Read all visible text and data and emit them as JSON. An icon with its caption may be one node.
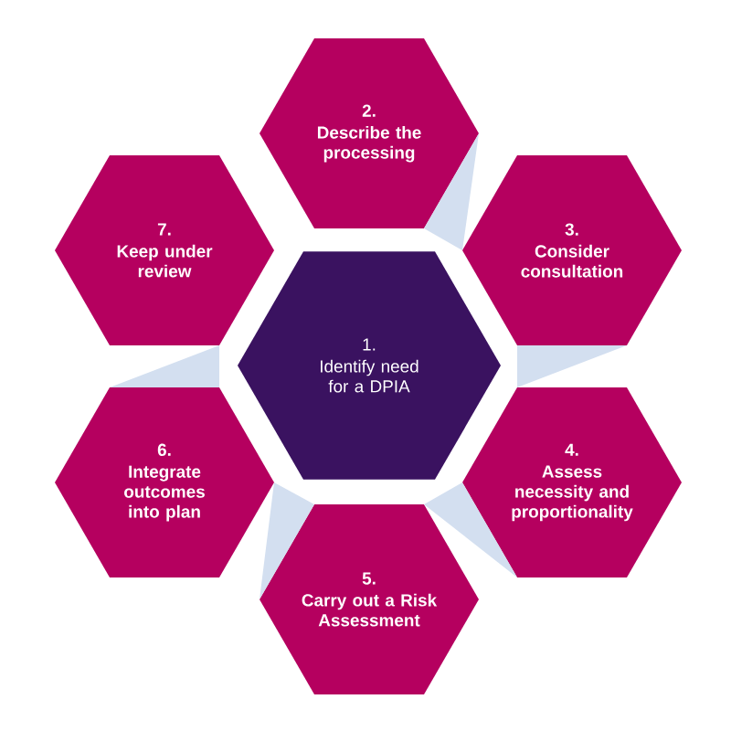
{
  "diagram": {
    "nodes": [
      {
        "text": [
          "1.",
          "Identify need for a DPIA"
        ]
      },
      {
        "text": [
          "2.",
          "Describe the processing"
        ]
      },
      {
        "text": [
          "3.",
          "Consider consultation"
        ]
      },
      {
        "text": [
          "4.",
          "Assess necessity and proportionality"
        ]
      },
      {
        "text": [
          "5.",
          "Carry out a Risk Assessment"
        ]
      },
      {
        "text": [
          "6.",
          "Integrate outcomes into plan"
        ]
      },
      {
        "text": [
          "7.",
          "Keep under review"
        ]
      }
    ],
    "edges": [
      {
        "from": 1,
        "to": 2,
        "arrow": "none"
      },
      {
        "from": 2,
        "to": 3,
        "arrow": "none"
      },
      {
        "from": 3,
        "to": 4,
        "arrow": "none"
      },
      {
        "from": 4,
        "to": 5,
        "arrow": "none"
      },
      {
        "from": 5,
        "to": 6,
        "arrow": "none"
      }
    ]
  }
}
